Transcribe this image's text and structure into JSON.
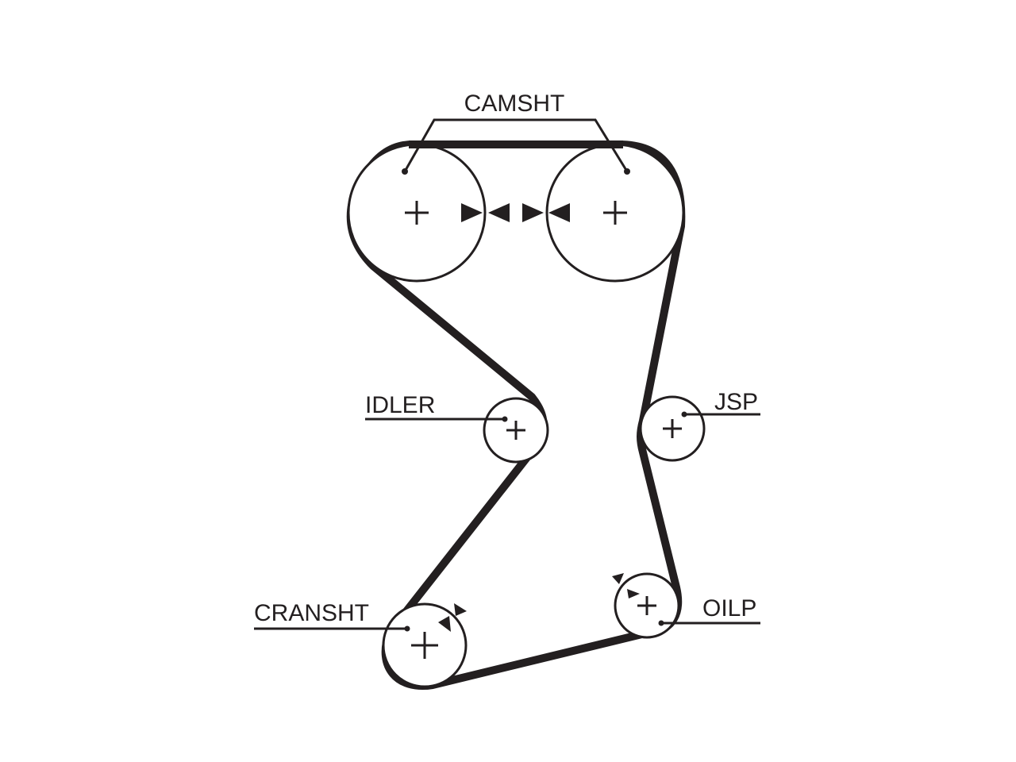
{
  "labels": {
    "camshaft": "CAMSHT",
    "idler": "IDLER",
    "jsp": "JSP",
    "crankshaft": "CRANSHT",
    "oil_pump": "OILP"
  },
  "colors": {
    "line": "#231f20",
    "background": "#ffffff"
  }
}
